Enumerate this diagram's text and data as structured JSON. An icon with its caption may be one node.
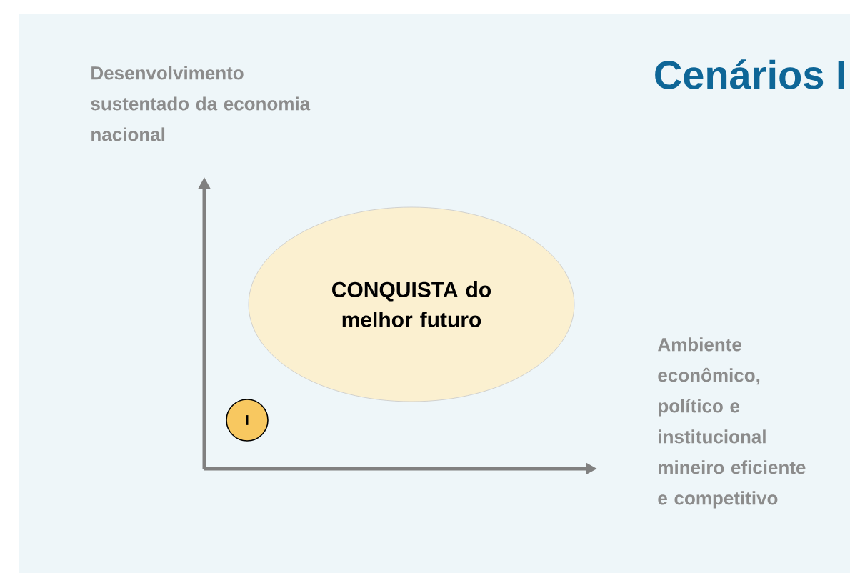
{
  "diagram": {
    "title": "Cenários I",
    "nodes": [
      {
        "text": [
          "CONQUISTA do melhor futuro"
        ]
      },
      {
        "text": [
          "I"
        ]
      }
    ],
    "labels": [
      "Desenvolvimento sustentado da economia nacional",
      "Ambiente econômico, político e institucional mineiro eficiente e competitivo"
    ]
  }
}
